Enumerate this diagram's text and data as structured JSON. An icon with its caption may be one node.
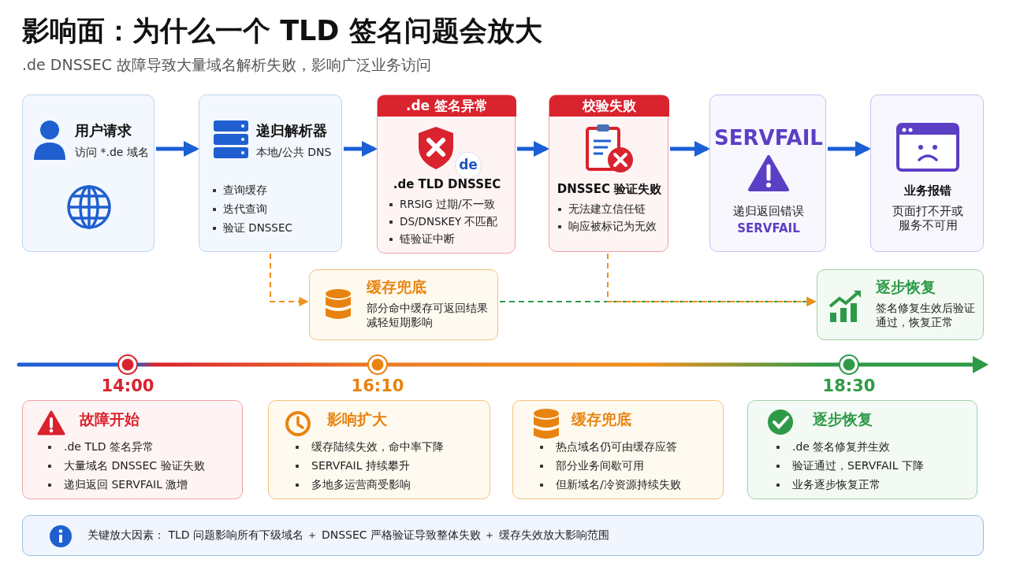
{
  "diagram": {
    "title": "影响面：为什么一个 TLD 签名问题会放大",
    "nodes": [
      {
        "text": [
          "用户请求",
          "访问 *.de 域名"
        ]
      },
      {
        "text": [
          "递归解析器",
          "本地/公共 DNS",
          "查询缓存",
          "迭代查询",
          "验证 DNSSEC"
        ]
      },
      {
        "text": [
          ".de 签名异常",
          "de",
          ".de TLD DNSSEC",
          "RRSIG 过期/不一致",
          "DS/DNSKEY 不匹配",
          "链验证中断"
        ]
      },
      {
        "text": [
          "校验失败",
          "DNSSEC 验证失败",
          "无法建立信任链",
          "响应被标记为无效"
        ]
      },
      {
        "text": [
          "SERVFAIL",
          "递归返回错误",
          "SERVFAIL"
        ]
      },
      {
        "text": [
          "业务报错",
          "页面打不开或服务不可用"
        ]
      },
      {
        "text": [
          "缓存兜底",
          "部分命中缓存可返回结果减轻短期影响"
        ]
      },
      {
        "text": [
          "逐步恢复",
          "签名修复生效后验证通过，恢复正常"
        ]
      },
      {
        "text": [
          "故障开始",
          ".de TLD 签名异常",
          "大量域名 DNSSEC 验证失败",
          "递归返回 SERVFAIL 激增"
        ],
        "beside": [
          "14:00"
        ]
      },
      {
        "text": [
          "影响扩大",
          "缓存陆续失效，命中率下降",
          "SERVFAIL 持续攀升",
          "多地多运营商受影响"
        ],
        "beside": [
          "16:10"
        ]
      },
      {
        "text": [
          "缓存兜底",
          "热点域名仍可由缓存应答",
          "部分业务间歇可用",
          "但新域名/冷资源持续失败"
        ]
      },
      {
        "text": [
          "逐步恢复",
          ".de 签名修复并生效",
          "验证通过，SERVFAIL 下降",
          "业务逐步恢复正常"
        ],
        "beside": [
          "18:30"
        ]
      },
      {
        "text": [
          "关键放大因素： TLD 问题影响所有下级域名 ＋ DNSSEC 严格验证导致整体失败 ＋ 缓存失效放大影响范围"
        ]
      }
    ],
    "edges": [
      {
        "from": 0,
        "to": 1,
        "arrow": "to"
      },
      {
        "from": 1,
        "to": 2,
        "arrow": "to"
      },
      {
        "from": 2,
        "to": 3,
        "arrow": "to"
      },
      {
        "from": 3,
        "to": 4,
        "arrow": "to"
      },
      {
        "from": 4,
        "to": 5,
        "arrow": "to"
      },
      {
        "from": 1,
        "to": 6,
        "arrow": "to",
        "style": "dashed",
        "color": "#f0901e"
      },
      {
        "from": 6,
        "to": 7,
        "arrow": "to",
        "style": "dashed",
        "color": "#2e9a48"
      },
      {
        "from": 3,
        "to": 7,
        "arrow": "to",
        "style": "dashed",
        "color": "#f0901e"
      }
    ],
    "labels": [
      ".de DNSSEC 故障导致大量域名解析失败，影响广泛业务访问"
    ]
  }
}
